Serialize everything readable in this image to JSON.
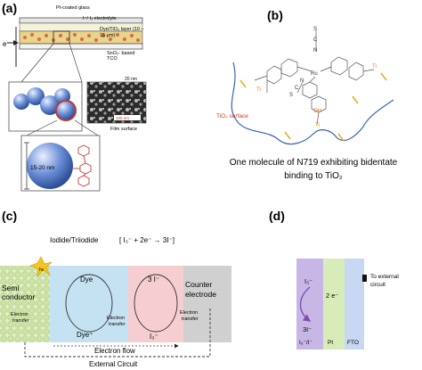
{
  "panel_a": {
    "label": "(a)",
    "electron": "e⁻",
    "layers": [
      "Pt-coated glass",
      "I⁻/ I₃ electrolyte",
      "Dye/TiO₂ layer (10 –",
      "15 μm)",
      "SnO₂- based",
      "TCO"
    ],
    "scale_top": "20 nm",
    "scale_bar": "100 nm",
    "film_label": "Film surface",
    "particle_size": "15-20 nm"
  },
  "panel_b": {
    "label": "(b)",
    "surface_label": "TiO₂ surface",
    "caption_line1": "One molecule of N719 exhibiting bidentate",
    "caption_line2": "binding to TiO₂",
    "atoms": {
      "s": "S",
      "c": "C",
      "n": "N",
      "ru": "Ru",
      "ti": "Ti",
      "oh": "OH"
    }
  },
  "panel_c": {
    "label": "(c)",
    "redox_title": "Iodide/Triiodide",
    "reaction": "[ I₃⁻ + 2e⁻ → 3I⁻]",
    "hv": "hν",
    "semi": [
      "Semi",
      "conductor"
    ],
    "dye": "Dye",
    "dye_plus": "Dye⁺",
    "three_i": "3 I⁻",
    "i3": "I₃⁻",
    "counter": [
      "Counter",
      "electrode"
    ],
    "et_words": [
      "Electron",
      "transfer"
    ],
    "flow": "Electron flow",
    "circuit": "External Circuit"
  },
  "panel_d": {
    "label": "(d)",
    "i3": "I₃⁻",
    "three_i": "3I⁻",
    "electrons": "2 e⁻",
    "layers": [
      "I₃⁻/I⁻",
      "Pt",
      "FTO"
    ],
    "external": [
      "To external",
      "circuit"
    ]
  },
  "colors": {
    "tio2_blue": "#6b8fd6",
    "dye_red": "#c23b2e",
    "ti_orange": "#e07a1f",
    "purple": "#c8b7e6",
    "green": "#d7ecb8",
    "lightblue": "#c9d8f2",
    "dye_region": "#c4e2f2",
    "redox_region": "#f6cdd0",
    "counter_grey": "#d0d0d0",
    "semi_green": "#dfeec4"
  }
}
